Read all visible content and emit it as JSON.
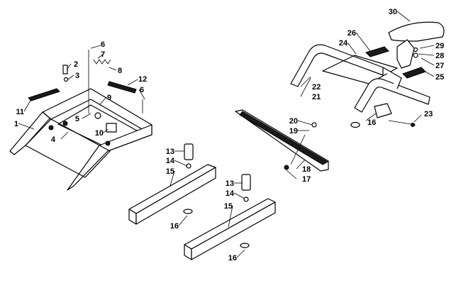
{
  "diagram": {
    "callouts": [
      {
        "id": "c1",
        "text": "1"
      },
      {
        "id": "c2",
        "text": "2"
      },
      {
        "id": "c3",
        "text": "3"
      },
      {
        "id": "c4",
        "text": "4"
      },
      {
        "id": "c5",
        "text": "5"
      },
      {
        "id": "c6a",
        "text": "6"
      },
      {
        "id": "c6b",
        "text": "6"
      },
      {
        "id": "c7",
        "text": "7"
      },
      {
        "id": "c8",
        "text": "8"
      },
      {
        "id": "c9",
        "text": "9"
      },
      {
        "id": "c10",
        "text": "10"
      },
      {
        "id": "c11",
        "text": "11"
      },
      {
        "id": "c12",
        "text": "12"
      },
      {
        "id": "c13a",
        "text": "13"
      },
      {
        "id": "c13b",
        "text": "13"
      },
      {
        "id": "c14a",
        "text": "14"
      },
      {
        "id": "c14b",
        "text": "14"
      },
      {
        "id": "c15a",
        "text": "15"
      },
      {
        "id": "c15b",
        "text": "15"
      },
      {
        "id": "c16a",
        "text": "16"
      },
      {
        "id": "c16b",
        "text": "16"
      },
      {
        "id": "c16c",
        "text": "16"
      },
      {
        "id": "c17",
        "text": "17"
      },
      {
        "id": "c18",
        "text": "18"
      },
      {
        "id": "c19",
        "text": "19"
      },
      {
        "id": "c20",
        "text": "20"
      },
      {
        "id": "c21",
        "text": "21"
      },
      {
        "id": "c22",
        "text": "22"
      },
      {
        "id": "c23",
        "text": "23"
      },
      {
        "id": "c24",
        "text": "24"
      },
      {
        "id": "c25",
        "text": "25"
      },
      {
        "id": "c26",
        "text": "26"
      },
      {
        "id": "c27",
        "text": "27"
      },
      {
        "id": "c28",
        "text": "28"
      },
      {
        "id": "c29",
        "text": "29"
      },
      {
        "id": "c30",
        "text": "30"
      }
    ]
  }
}
